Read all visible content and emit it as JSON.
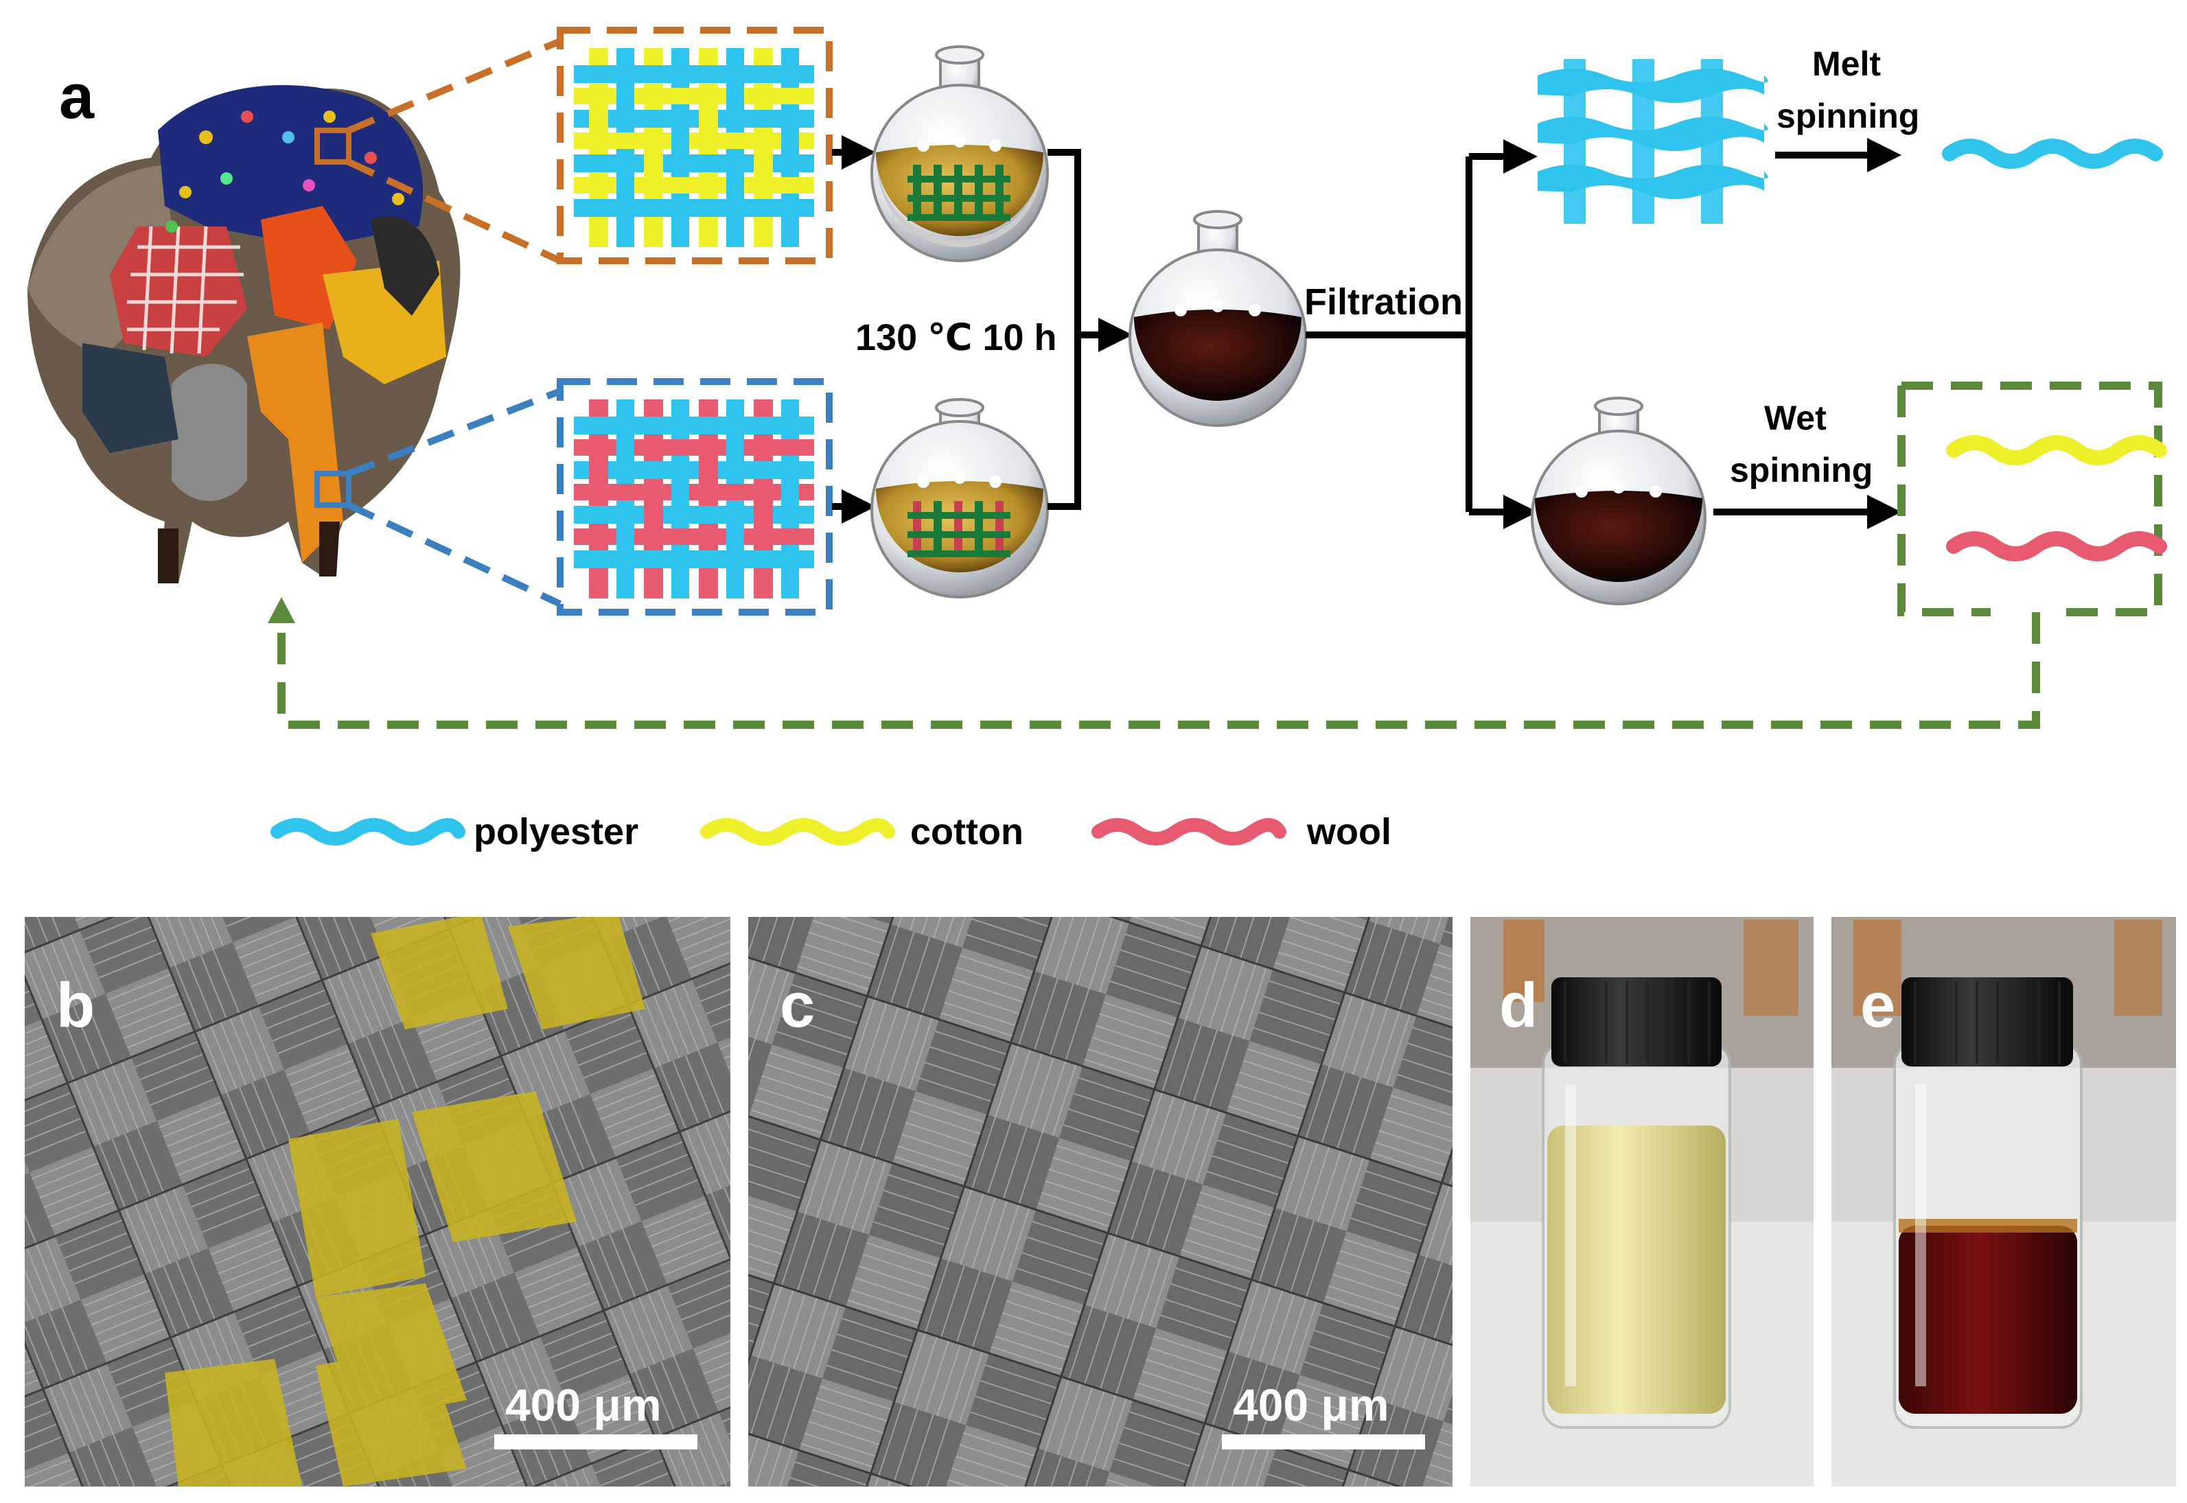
{
  "panels": {
    "a": "a",
    "b": "b",
    "c": "c",
    "d": "d",
    "e": "e"
  },
  "process": {
    "condition": "130 ℃ 10 h",
    "filtration": "Filtration",
    "melt_spinning_line1": "Melt",
    "melt_spinning_line2": "spinning",
    "wet_spinning_line1": "Wet",
    "wet_spinning_line2": "spinning"
  },
  "legend": [
    {
      "label": "polyester",
      "color": "#2ec4ee"
    },
    {
      "label": "cotton",
      "color": "#eef02a"
    },
    {
      "label": "wool",
      "color": "#e85a70"
    }
  ],
  "scale_bars": {
    "b": "400 μm",
    "c": "400 μm"
  },
  "colors": {
    "polyester": "#2ec4ee",
    "cotton": "#eef02a",
    "wool": "#e85a70",
    "dash_orange": "#c8702a",
    "dash_blue": "#3a7fc0",
    "dash_green": "#5a8a3a",
    "arrow": "#000000"
  }
}
